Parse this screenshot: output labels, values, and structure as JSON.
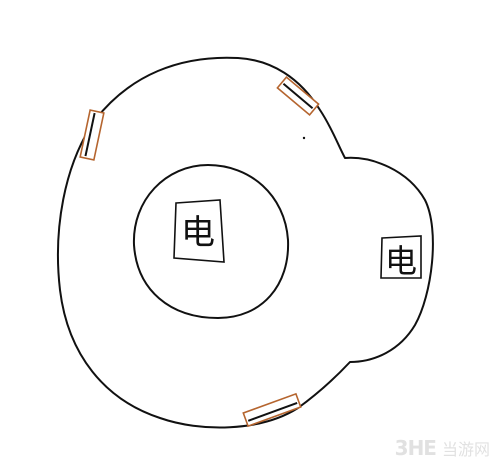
{
  "labels": {
    "inner_box": "电",
    "right_box": "电"
  },
  "watermark": {
    "logo": "3HE",
    "text": "当游网"
  },
  "colors": {
    "stroke": "#111111",
    "accent": "#b5652f",
    "watermark": "#c9c9c9"
  }
}
